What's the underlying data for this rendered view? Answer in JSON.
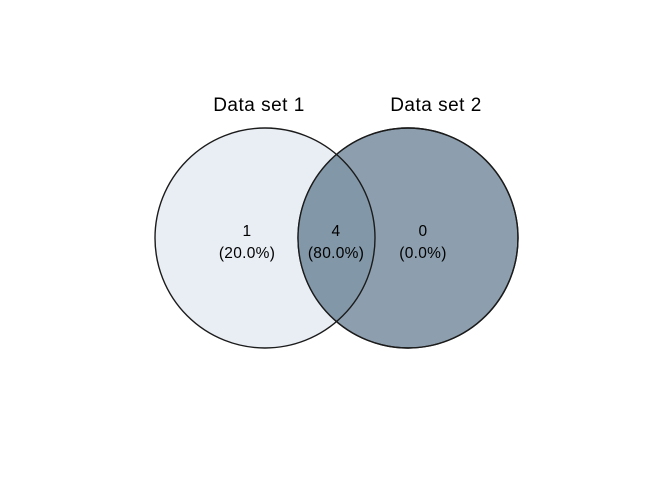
{
  "chart_data": {
    "type": "venn",
    "title": "",
    "legend_position": "none",
    "sets": [
      {
        "label": "Data set 1"
      },
      {
        "label": "Data set 2"
      }
    ],
    "regions": [
      {
        "name": "set1_only",
        "count": 1,
        "percent": 20.0,
        "count_label": "1",
        "percent_label": "(20.0%)"
      },
      {
        "name": "intersection",
        "count": 4,
        "percent": 80.0,
        "count_label": "4",
        "percent_label": "(80.0%)"
      },
      {
        "name": "set2_only",
        "count": 0,
        "percent": 0.0,
        "count_label": "0",
        "percent_label": "(0.0%)"
      }
    ],
    "colors": {
      "background": "#ffffff",
      "set1_fill": "#e9eef5",
      "set2_fill": "#8d9fae",
      "intersection_fill": "#8297a8",
      "outline": "#1b1b1b",
      "text": "#000000"
    }
  }
}
